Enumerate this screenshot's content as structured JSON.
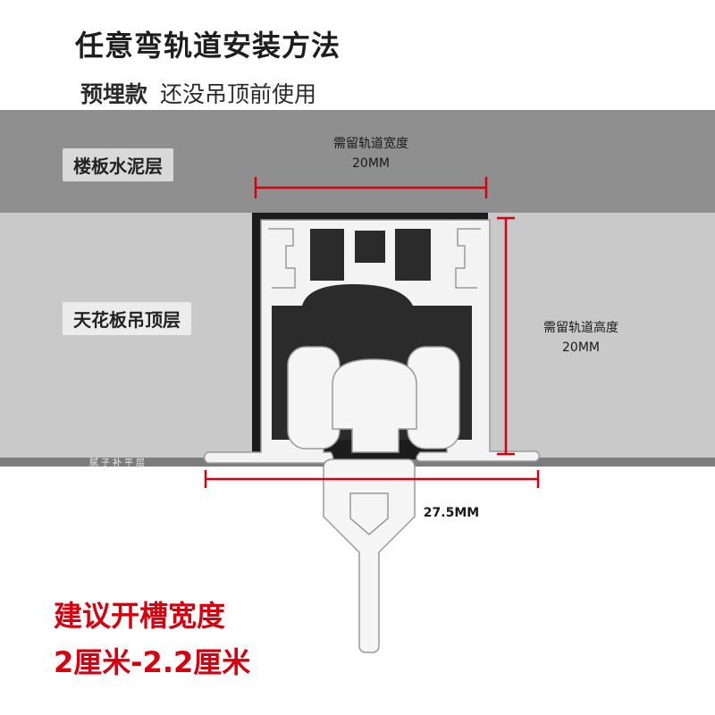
{
  "header": {
    "title": "任意弯轨道安装方法",
    "subtitle_strong": "预埋款",
    "subtitle_rest": "还没吊顶前使用"
  },
  "layers": {
    "concrete": "楼板水泥层",
    "ceiling": "天花板吊顶层",
    "putty": "腻子补平层"
  },
  "dimensions": {
    "width_label": "需留轨道宽度",
    "width_value": "20MM",
    "height_label": "需留轨道高度",
    "height_value": "20MM",
    "span_value": "27.5MM"
  },
  "recommendation": {
    "line1": "建议开槽宽度",
    "line2": "2厘米-2.2厘米"
  },
  "colors": {
    "accent_red": "#d7000f",
    "profile_black": "#2b2b2b",
    "aluminium": "#f3f3f3"
  }
}
